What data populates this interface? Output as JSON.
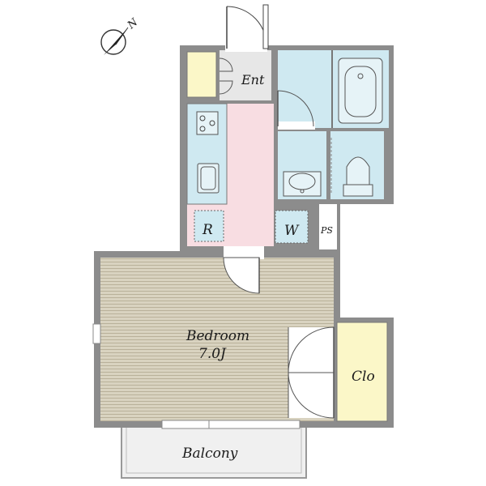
{
  "labels": {
    "entrance": "Ent",
    "refrigerator": "R",
    "washer": "W",
    "pipe_space": "PS",
    "bedroom": "Bedroom",
    "bedroom_size": "7.0J",
    "closet": "Clo",
    "balcony": "Balcony"
  },
  "compass": {
    "label": "N",
    "icon": "north-arrow-icon"
  },
  "colors": {
    "wall": "#8c8c8c",
    "bedroom_floor": "#d9d3c0",
    "bedroom_lines": "#b9b19a",
    "kitchen_floor": "#f8dde2",
    "wet_area": "#cfe9f1",
    "closet": "#fbf7c8",
    "shoe_cabinet": "#fbf7c8",
    "entrance_floor": "#e7e7e7",
    "balcony": "#f0f0f0"
  }
}
